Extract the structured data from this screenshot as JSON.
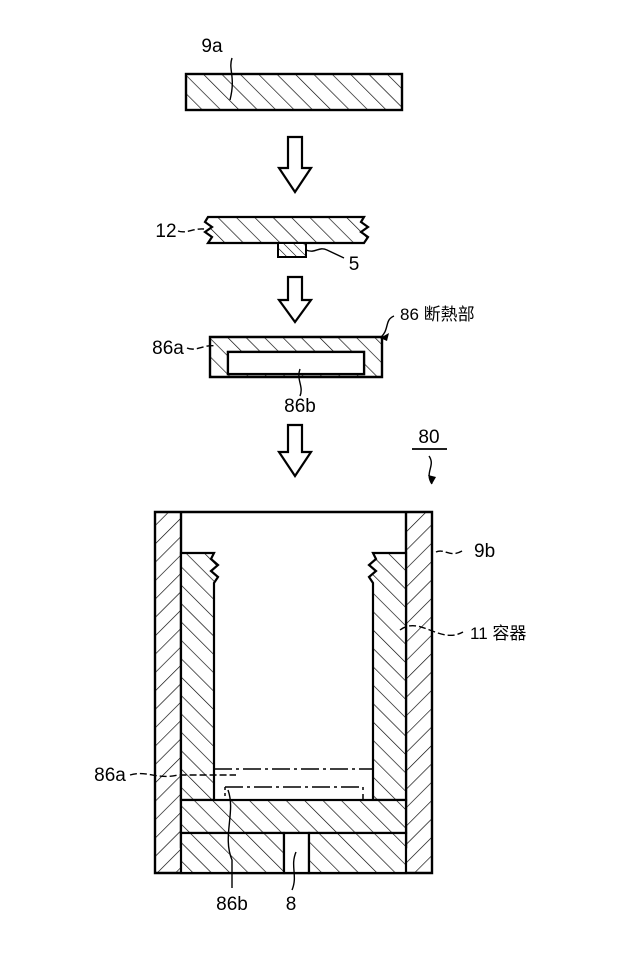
{
  "figure": {
    "title": "Manufacturing assembly sequence cross-section diagram",
    "background_color": "#ffffff",
    "line_color": "#000000",
    "stages": [
      {
        "id": "stage-1",
        "name": "flat-plate",
        "label": "9a",
        "description": "Hatched flat plate"
      },
      {
        "id": "stage-2",
        "name": "plate-with-protrusion",
        "labels": [
          "12",
          "5"
        ],
        "description": "Hatched plate with break lines at both ends and a small hatched block below center"
      },
      {
        "id": "stage-3",
        "name": "insulating-part",
        "labels": [
          "86a",
          "86b",
          "86 断熱部"
        ],
        "description": "Hatched frame enclosing a hollow cavity"
      },
      {
        "id": "stage-4",
        "name": "assembled-container",
        "labels": [
          "80",
          "9b",
          "11 容器",
          "86a",
          "86b",
          "8"
        ],
        "description": "Cross-section of container with inner liner and insulating part at the bottom"
      }
    ],
    "labels": {
      "plate_9a": "9a",
      "plate_12": "12",
      "block_5": "5",
      "frame_outer_86a": "86a",
      "frame_cavity_86b": "86b",
      "insulating_part_86": "86 断熱部",
      "assembly_80": "80",
      "liner_9b": "9b",
      "container_11": "11 容器",
      "container_86a": "86a",
      "container_86b": "86b",
      "gap_8": "8"
    },
    "arrows": [
      {
        "name": "arrow-stage1-to-stage2"
      },
      {
        "name": "arrow-stage2-to-stage3"
      },
      {
        "name": "arrow-stage3-to-stage4"
      }
    ]
  }
}
